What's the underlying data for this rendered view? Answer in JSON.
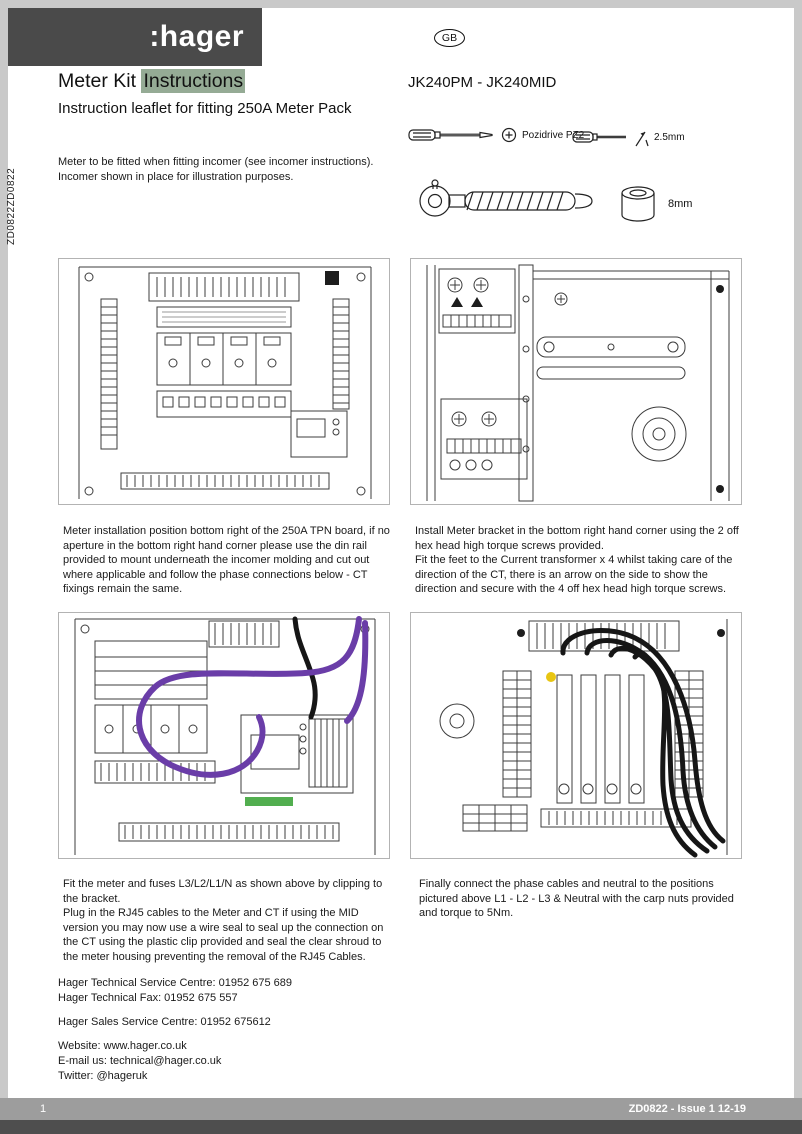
{
  "header": {
    "brand": ":hager",
    "region_badge": "GB"
  },
  "side_code": "ZD0822ZD0822",
  "intro": {
    "title_main": "Meter Kit ",
    "title_highlight": "Instructions",
    "subtitle": "Instruction leaflet for fitting 250A Meter Pack",
    "note": "Meter to be fitted when fitting incomer (see incomer instructions).\nIncomer shown in place for illustration purposes.",
    "model": "JK240PM - JK240MID"
  },
  "tools": {
    "pozidrive_label": "Pozidrive PZ2",
    "flat_label": "2.5mm",
    "socket_label": "8mm"
  },
  "steps": [
    {
      "caption": "Meter installation position bottom right of the 250A TPN board, if no aperture in the bottom right hand corner please use the din rail provided to mount underneath the incomer molding and cut out where applicable and follow the phase connections below - CT fixings remain the same."
    },
    {
      "caption": "Install Meter bracket in the bottom right hand corner using the 2 off hex head high torque screws provided.\nFit the feet to the Current transformer x 4 whilst taking care of the direction of the CT, there is an arrow on the side to show the direction and secure with the 4 off hex head high torque screws."
    },
    {
      "caption": "Fit the meter and fuses L3/L2/L1/N as shown above by clipping to the bracket.\nPlug in the RJ45 cables to the Meter and CT if using the MID version you may now use a wire seal to seal up the connection on the CT using the plastic clip provided and seal the clear shroud to the meter housing preventing the removal of the RJ45 Cables."
    },
    {
      "caption": "Finally connect the phase cables and neutral to the positions pictured above L1 - L2 - L3 & Neutral with the carp nuts provided and torque to 5Nm."
    }
  ],
  "contact": {
    "technical": "Hager Technical Service Centre: 01952 675 689\nHager Technical Fax: 01952 675 557",
    "sales": "Hager Sales Service Centre: 01952 675612",
    "online": "Website: www.hager.co.uk\nE-mail us: technical@hager.co.uk\nTwitter: @hageruk"
  },
  "footer": {
    "page_number": "1",
    "doc_ref": "ZD0822 - Issue 1 12-19"
  },
  "colors": {
    "header_grey": "#4a4a4a",
    "title_highlight_green": "#95ab95",
    "clip_green": "#52ae4f",
    "cable_purple": "#6a3da8",
    "marker_yellow": "#e8c512",
    "footer_grey": "#9d9d9d"
  }
}
